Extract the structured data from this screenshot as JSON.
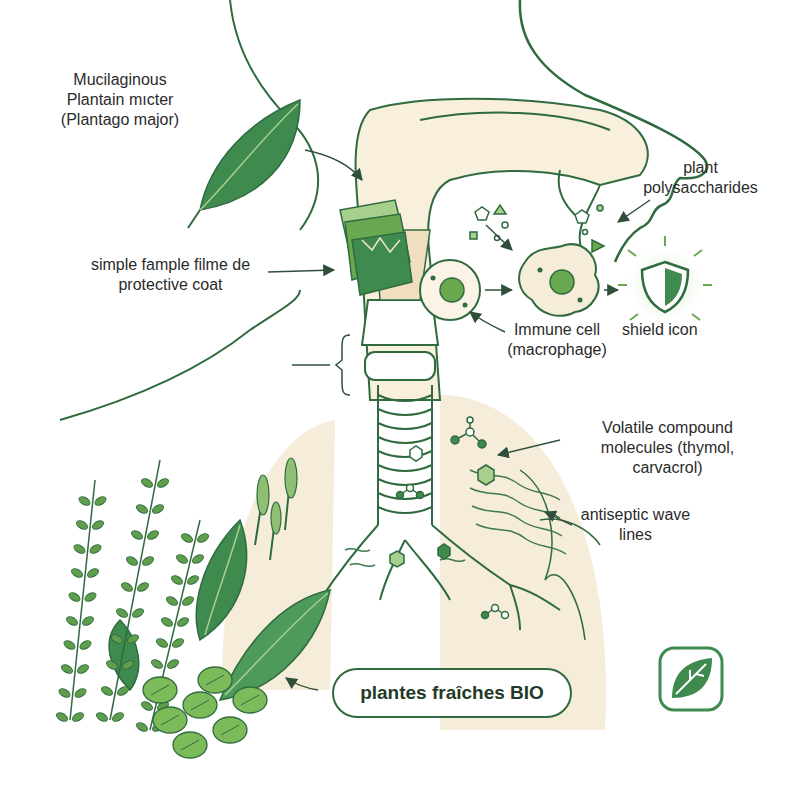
{
  "diagram": {
    "nodes": [
      {
        "text": [
          "plantes fraîches BIO"
        ]
      }
    ],
    "labels": [
      "Mucilaginous Plantain mıcter (Plantago major)",
      "simple fample filme de protective coat",
      "plant polysaccharides",
      "Immune cell (macrophage)",
      "shield icon",
      "Volatile compound molecules (thymol, carvacrol)",
      "antiseptic wave lines"
    ]
  }
}
